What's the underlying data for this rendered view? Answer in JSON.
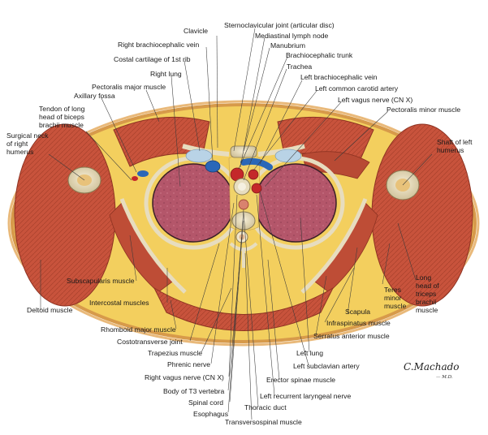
{
  "labels": {
    "clavicle": "Clavicle",
    "sternoclavicular_joint": "Sternoclavicular joint (articular disc)",
    "right_brachiocephalic_vein": "Right brachiocephalic vein",
    "mediastinal_lymph_node": "Mediastinal lymph node",
    "manubrium": "Manubrium",
    "costal_cartilage": "Costal cartilage of 1st rib",
    "brachiocephalic_trunk": "Brachiocephalic trunk",
    "right_lung": "Right lung",
    "trachea": "Trachea",
    "pectoralis_major": "Pectoralis major muscle",
    "left_brachiocephalic_vein": "Left brachiocephalic vein",
    "axillary_fossa": "Axillary fossa",
    "left_common_carotid": "Left common carotid artery",
    "tendon_biceps": [
      "Tendon of long",
      "head of biceps",
      "brachii muscle"
    ],
    "left_vagus": "Left vagus nerve (CN X)",
    "pectoralis_minor": "Pectoralis minor muscle",
    "surgical_neck": [
      "Surgical neck",
      "of right",
      "humerus"
    ],
    "shaft_left_humerus": [
      "Shaft of left",
      "humerus"
    ],
    "deltoid": "Deltoid muscle",
    "subscapularis": "Subscapularis muscle",
    "intercostal": "Intercostal muscles",
    "rhomboid_major": "Rhomboid major muscle",
    "costotransverse_joint": "Costotransverse joint",
    "trapezius": "Trapezius muscle",
    "phrenic_nerve": "Phrenic nerve",
    "right_vagus": "Right vagus nerve (CN X)",
    "body_t3": "Body of T3 vertebra",
    "spinal_cord": "Spinal cord",
    "esophagus": "Esophagus",
    "transversospinal": "Transversospinal muscle",
    "thoracic_duct": "Thoracic duct",
    "left_recurrent_laryngeal": "Left recurrent laryngeal nerve",
    "erector_spinae": "Erector spinae muscle",
    "left_subclavian": "Left subclavian artery",
    "left_lung": "Left lung",
    "serratus_anterior": "Serratus anterior muscle",
    "infraspinatus": "Infraspinatus muscle",
    "scapula": "Scapula",
    "teres_minor": [
      "Teres",
      "minor",
      "muscle"
    ],
    "long_head_triceps": [
      "Long",
      "head of",
      "triceps",
      "brachii",
      "muscle"
    ]
  },
  "signature": {
    "name": "C.Machado",
    "credential": "— M.D."
  },
  "colors": {
    "skin": "#e9b97a",
    "fat": "#f3cf5e",
    "muscle": "#c8533c",
    "lung": "#b4566a",
    "bone": "#e7ddbf",
    "artery": "#c4282a",
    "vein": "#2a67b8"
  }
}
